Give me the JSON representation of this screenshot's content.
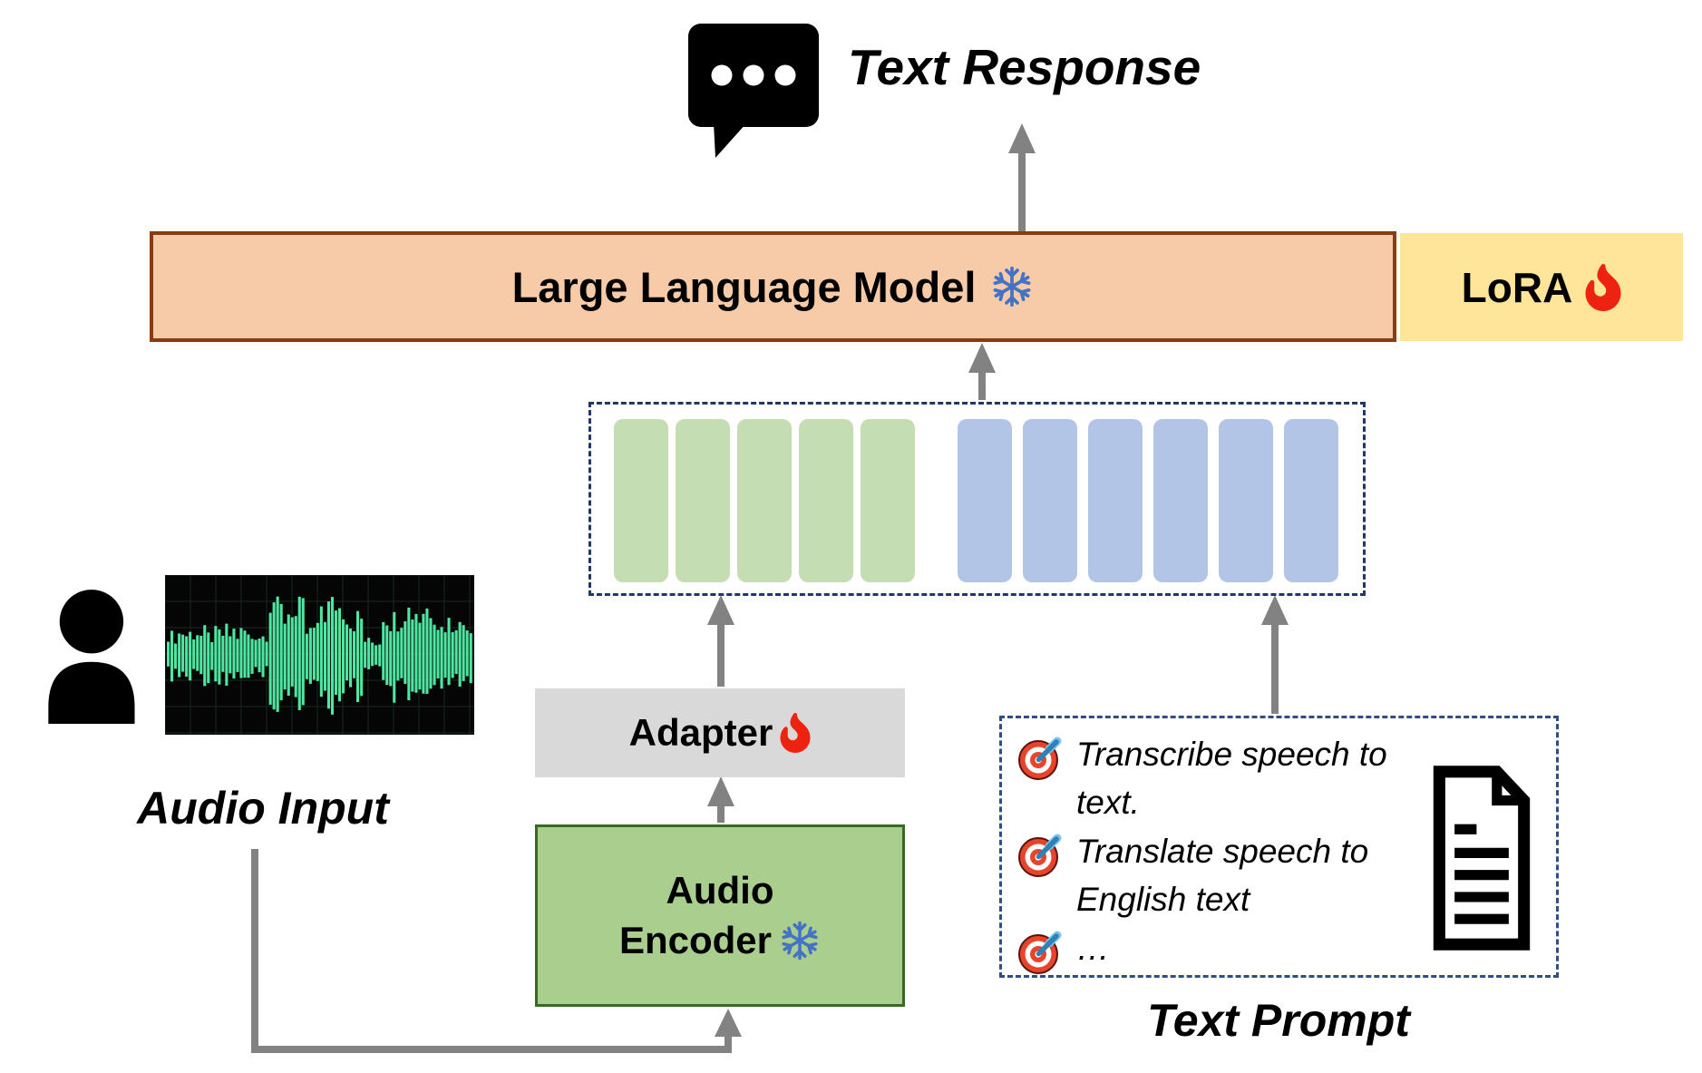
{
  "labels": {
    "text_response": "Text Response",
    "audio_input": "Audio Input",
    "text_prompt": "Text Prompt"
  },
  "boxes": {
    "llm": {
      "label": "Large Language Model",
      "state": "frozen"
    },
    "lora": {
      "label": "LoRA",
      "state": "trainable"
    },
    "adapter": {
      "label": "Adapter",
      "state": "trainable"
    },
    "audio_encoder": {
      "line1": "Audio",
      "line2": "Encoder",
      "state": "frozen"
    }
  },
  "tokens": {
    "audio_count": 5,
    "text_count": 6
  },
  "prompts": [
    "Transcribe speech to text.",
    "Translate speech to English text",
    "…"
  ],
  "icons": {
    "response": "speech-bubble",
    "frozen": "snowflake",
    "trainable": "flame",
    "user": "person-silhouette",
    "audio": "waveform",
    "prompt_item": "dart-target",
    "prompt_collection": "document"
  },
  "colors": {
    "llm_fill": "#F8CBA8",
    "llm_border": "#8A3B10",
    "lora_fill": "#FFE599",
    "adapter_fill": "#D9D9D9",
    "encoder_fill": "#A9CE8D",
    "encoder_border": "#3A6A22",
    "audio_token_fill": "#C5DDB2",
    "text_token_fill": "#B3C5E7",
    "arrow_gray": "#828282",
    "dash_navy": "#1F3864",
    "dash_blue": "#2E4D89",
    "snowflake_blue": "#4472C4",
    "flame_red": "#EE2210",
    "waveform_green": "#4EE6A0"
  }
}
